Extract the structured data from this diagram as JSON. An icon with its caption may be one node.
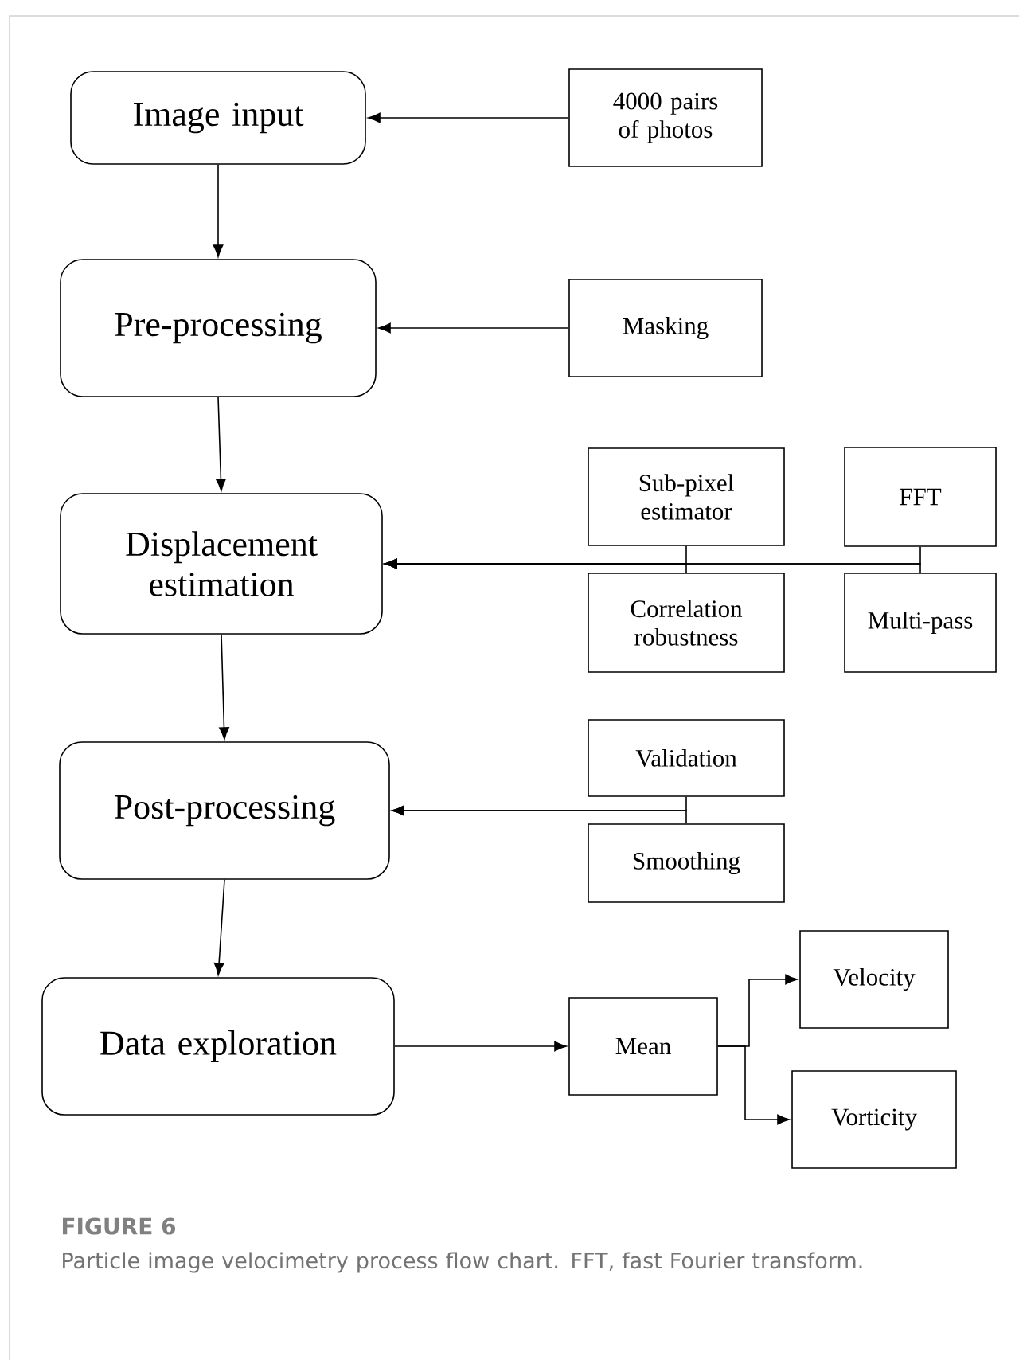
{
  "diagram": {
    "caption": "Particle image velocimetry process flow chart. FFT, fast Fourier transform.",
    "nodes": [
      {
        "text": [
          "Image input"
        ]
      },
      {
        "text": [
          "Pre-processing"
        ]
      },
      {
        "text": [
          "Displacement estimation"
        ]
      },
      {
        "text": [
          "Post-processing"
        ]
      },
      {
        "text": [
          "Data exploration"
        ]
      },
      {
        "text": [
          "4000 pairs of photos"
        ]
      },
      {
        "text": [
          "Masking"
        ]
      },
      {
        "text": [
          "Sub-pixel estimator"
        ]
      },
      {
        "text": [
          "Correlation robustness"
        ]
      },
      {
        "text": [
          "FFT"
        ]
      },
      {
        "text": [
          "Multi-pass"
        ]
      },
      {
        "text": [
          "Validation"
        ]
      },
      {
        "text": [
          "Smoothing"
        ]
      },
      {
        "text": [
          "Mean"
        ]
      },
      {
        "text": [
          "Velocity"
        ]
      },
      {
        "text": [
          "Vorticity"
        ]
      }
    ],
    "edges": [
      {
        "from": 5,
        "to": 0,
        "arrow": "to"
      },
      {
        "from": 0,
        "to": 1,
        "arrow": "to"
      },
      {
        "from": 6,
        "to": 1,
        "arrow": "to"
      },
      {
        "from": 1,
        "to": 2,
        "arrow": "to"
      },
      {
        "from": 7,
        "to": 2,
        "arrow": "to"
      },
      {
        "from": 8,
        "to": 2,
        "arrow": "to"
      },
      {
        "from": 9,
        "to": 2,
        "arrow": "to"
      },
      {
        "from": 10,
        "to": 2,
        "arrow": "to"
      },
      {
        "from": 2,
        "to": 3,
        "arrow": "to"
      },
      {
        "from": 11,
        "to": 3,
        "arrow": "to"
      },
      {
        "from": 12,
        "to": 3,
        "arrow": "to"
      },
      {
        "from": 3,
        "to": 4,
        "arrow": "to"
      },
      {
        "from": 4,
        "to": 13,
        "arrow": "to"
      },
      {
        "from": 13,
        "to": 14,
        "arrow": "to"
      },
      {
        "from": 13,
        "to": 15,
        "arrow": "to"
      }
    ],
    "labels": [
      "FIGURE 6"
    ]
  }
}
